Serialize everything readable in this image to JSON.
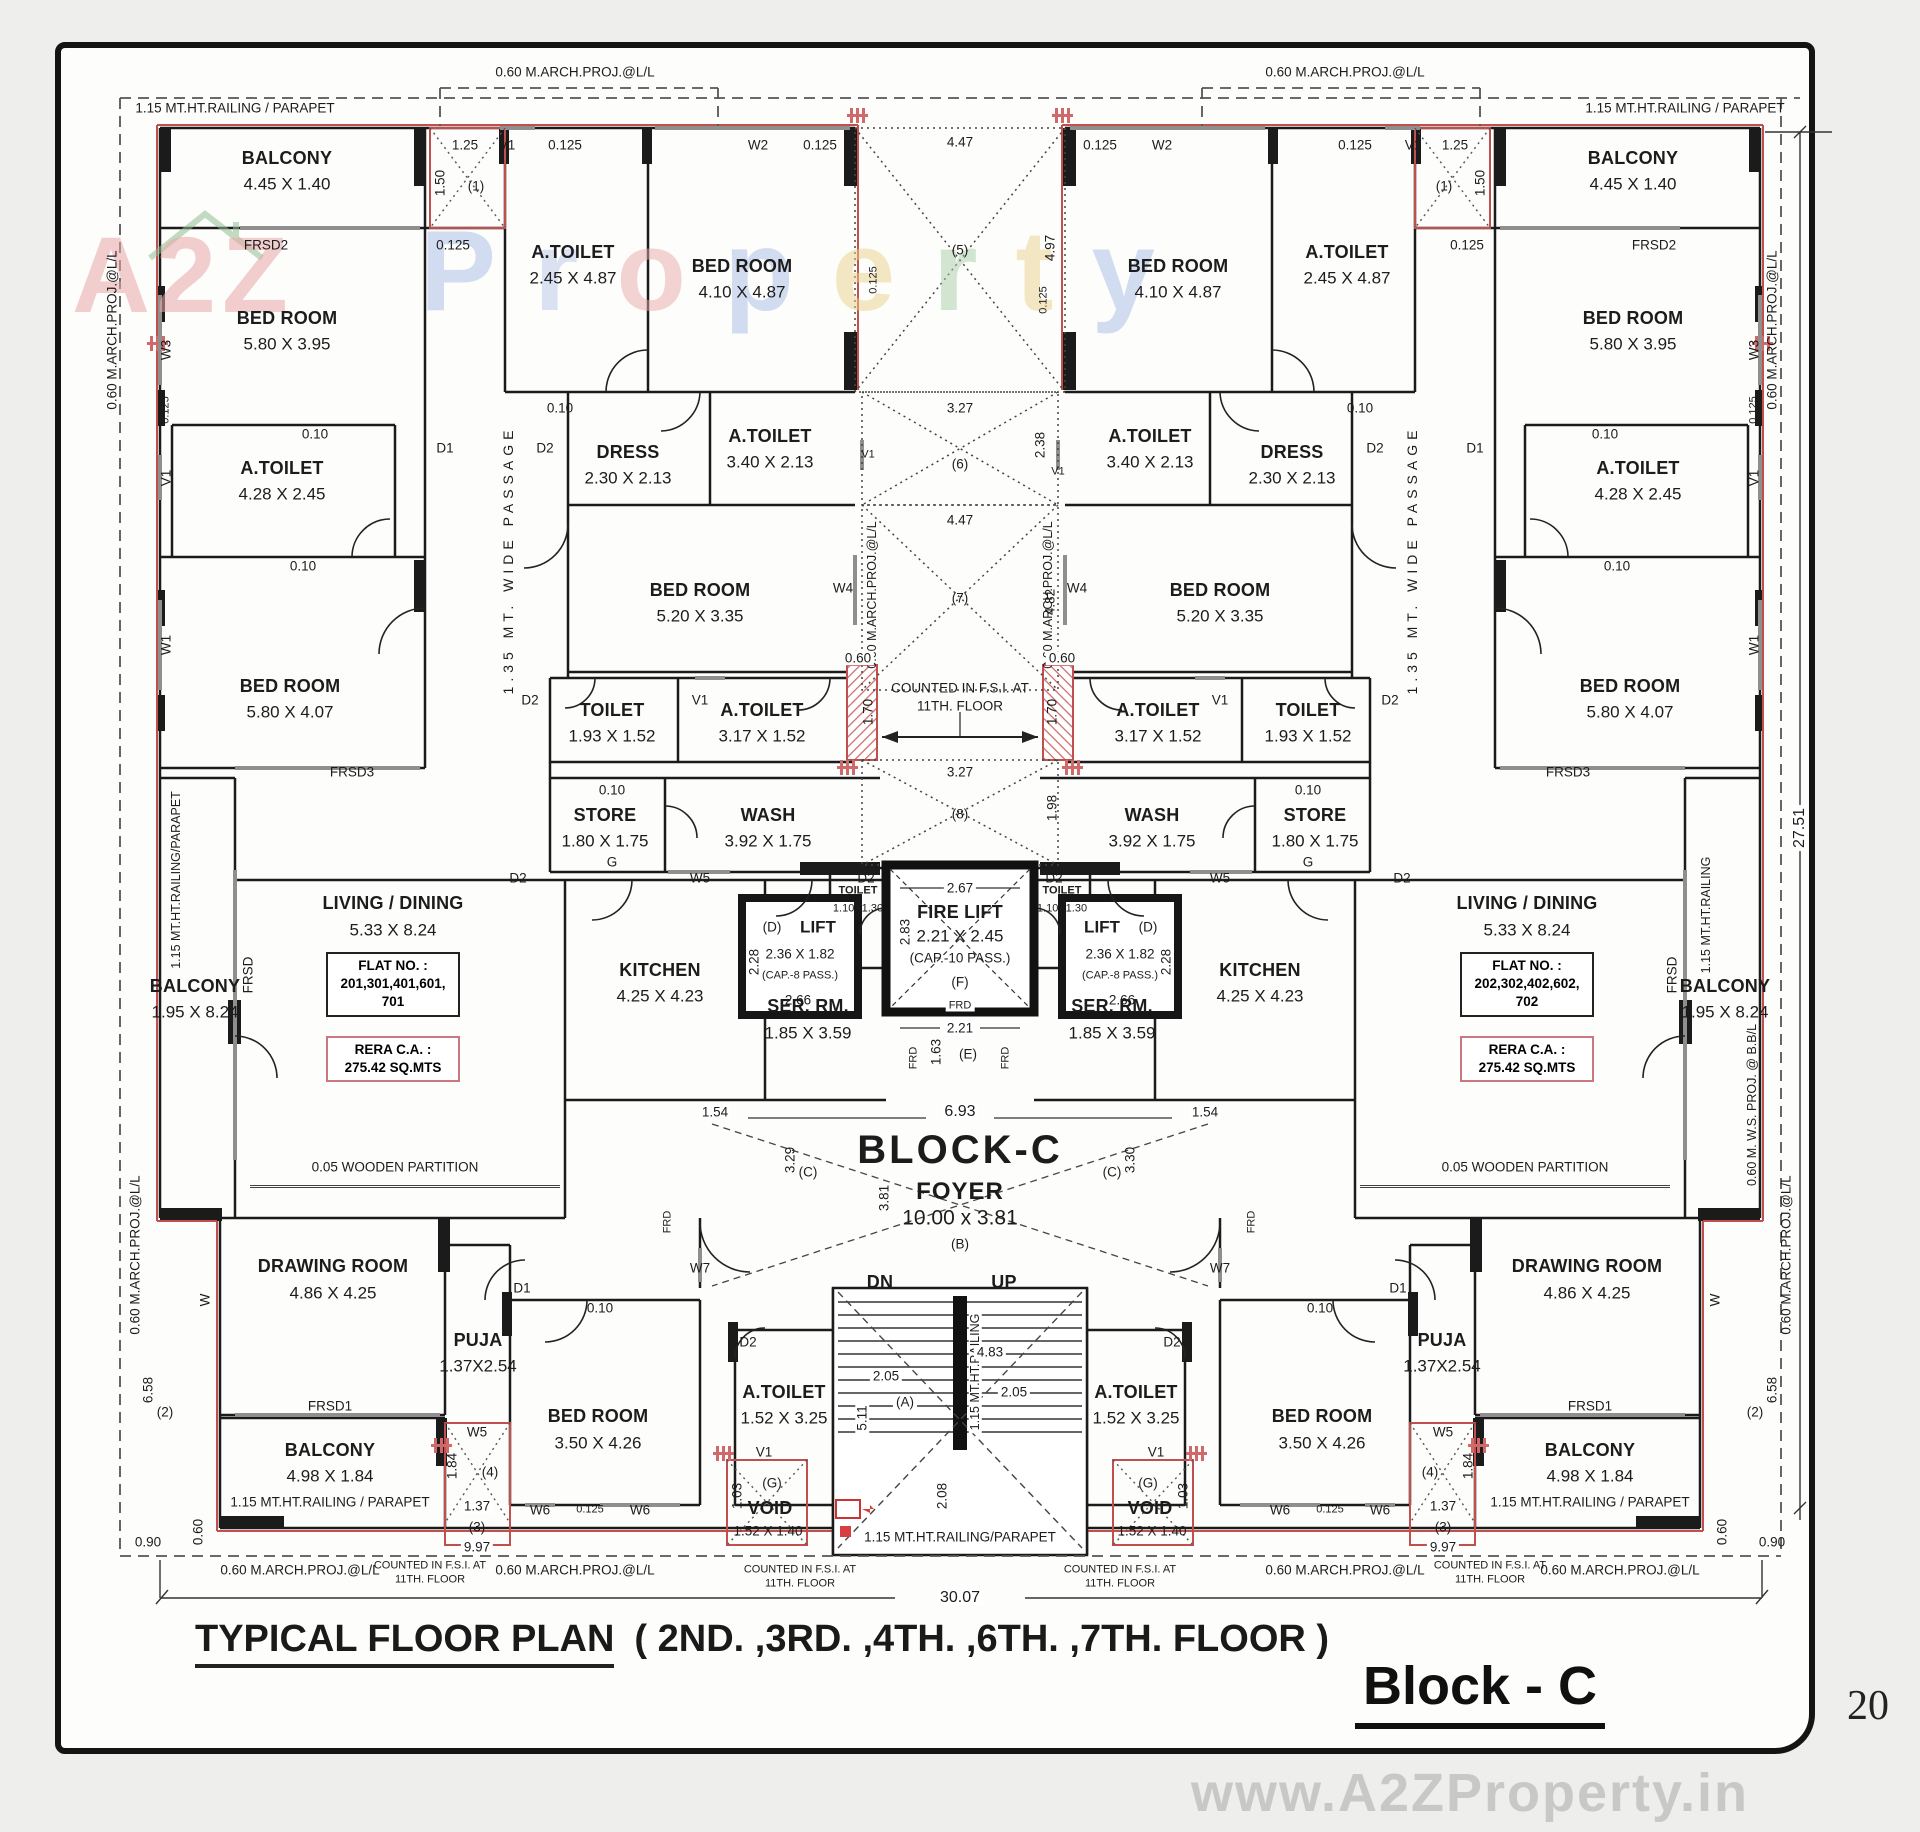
{
  "title": {
    "main": "TYPICAL FLOOR PLAN",
    "floors": "( 2ND. ,3RD. ,4TH. ,6TH. ,7TH.  FLOOR )",
    "block": "Block - C",
    "page": "20"
  },
  "watermark": {
    "a2z": "A2Z",
    "property": "Property",
    "property_colors": [
      "#a6bde6",
      "#b8c8e8",
      "#e8aaaa",
      "#a6bde6",
      "#ead28c",
      "#a8cfa8",
      "#ead28c",
      "#a6bde6"
    ],
    "site": "www.A2ZProperty.in"
  },
  "flat_left": {
    "l1": "FLAT NO. :",
    "l2": "201,301,401,601,",
    "l3": "701",
    "r1": "RERA C.A. :",
    "r2": "275.42 SQ.MTS"
  },
  "flat_right": {
    "l1": "FLAT NO. :",
    "l2": "202,302,402,602,",
    "l3": "702",
    "r1": "RERA C.A. :",
    "r2": "275.42 SQ.MTS"
  },
  "rooms": {
    "balcony_top": {
      "name": "BALCONY",
      "dim": "4.45 X 1.40"
    },
    "bedroom_a": {
      "name": "BED ROOM",
      "dim": "5.80 X 3.95"
    },
    "atoilet_a": {
      "name": "A.TOILET",
      "dim": "4.28 X 2.45"
    },
    "bedroom_b": {
      "name": "BED ROOM",
      "dim": "5.80 X 4.07"
    },
    "atoilet_b": {
      "name": "A.TOILET",
      "dim": "2.45 X 4.87"
    },
    "bedroom_c": {
      "name": "BED ROOM",
      "dim": "4.10 X 4.87"
    },
    "dress": {
      "name": "DRESS",
      "dim": "2.30 X 2.13"
    },
    "atoilet_c": {
      "name": "A.TOILET",
      "dim": "3.40 X 2.13"
    },
    "bedroom_d": {
      "name": "BED ROOM",
      "dim": "5.20 X 3.35"
    },
    "toilet_a": {
      "name": "TOILET",
      "dim": "1.93 X 1.52"
    },
    "atoilet_d": {
      "name": "A.TOILET",
      "dim": "3.17 X 1.52"
    },
    "store": {
      "name": "STORE",
      "dim": "1.80 X 1.75"
    },
    "wash": {
      "name": "WASH",
      "dim": "3.92 X 1.75"
    },
    "living": {
      "name": "LIVING / DINING",
      "dim": "5.33 X 8.24"
    },
    "balcony_side": {
      "name": "BALCONY",
      "dim": "1.95 X 8.24"
    },
    "kitchen": {
      "name": "KITCHEN",
      "dim": "4.25 X 4.23"
    },
    "serrm": {
      "name": "SER.  RM.",
      "dim": "1.85 X 3.59"
    },
    "toilet_core": {
      "name": "TOILET",
      "dim": "1.10X1.30"
    },
    "drawing": {
      "name": "DRAWING ROOM",
      "dim": "4.86 X 4.25"
    },
    "puja": {
      "name": "PUJA",
      "dim": "1.37X2.54"
    },
    "bedroom_e": {
      "name": "BED ROOM",
      "dim": "3.50 X 4.26"
    },
    "atoilet_e": {
      "name": "A.TOILET",
      "dim": "1.52 X 3.25"
    },
    "void": {
      "name": "VOID",
      "dim": "1.52 X 1.40"
    },
    "balcony_bottom": {
      "name": "BALCONY",
      "dim": "4.98 X 1.84"
    }
  },
  "core": {
    "fire_lift": "FIRE LIFT",
    "fire_lift_dim": "2.21 X 2.45",
    "fire_lift_cap": "(CAP.-10 PASS.)",
    "lift": "LIFT",
    "lift_dim": "2.36 X 1.82",
    "lift_cap": "(CAP.-8 PASS.)",
    "block": "BLOCK-C",
    "foyer": "FOYER",
    "foyer_dim": "10.00 x 3.81"
  },
  "edge": {
    "railing": "1.15 MT.HT.RAILING / PARAPET",
    "railing2": "1.15 MT.HT.RAILING/PARAPET",
    "railing3": "1.15 MT.HT.RAILING",
    "archproj": "0.60 M.ARCH.PROJ.@L/L",
    "wsproj": "0.60 M. W.S. PROJ. @ B.B/L",
    "passage": "1.35 MT. WIDE PASSAGE",
    "wooden": "0.05 WOODEN PARTITION",
    "fsi1": "COUNTED IN F.S.I. AT",
    "fsi2": "11TH. FLOOR",
    "dn": "DN",
    "up": "UP"
  },
  "d": {
    "w": "W",
    "w1": "W1",
    "w2": "W2",
    "w3": "W3",
    "w4": "W4",
    "w5": "W5",
    "w6": "W6",
    "w7": "W7",
    "v": "V",
    "v1": "V1",
    "d1": "D1",
    "d2": "D2",
    "g": "G",
    "frd": "FRD",
    "frsd": "FRSD",
    "frsd1": "FRSD1",
    "frsd2": "FRSD2",
    "frsd3": "FRSD3",
    "n1": "(1)",
    "n2": "(2)",
    "n3": "(3)",
    "n4": "(4)",
    "n5": "(5)",
    "n6": "(6)",
    "n7": "(7)",
    "n8": "(8)",
    "a": "(A)",
    "b": "(B)",
    "c": "(C)",
    "dd": "(D)",
    "e": "(E)",
    "f": "(F)",
    "gg": "(G)",
    "p010": "0.10",
    "p0125": "0.125",
    "p060": "0.60",
    "p090": "0.90",
    "v103": "1.03",
    "v125": "1.25",
    "v137": "1.37",
    "v150": "1.50",
    "v154": "1.54",
    "v163": "1.63",
    "v170": "1.70",
    "v184": "1.84",
    "v198": "1.98",
    "v205": "2.05",
    "v208": "2.08",
    "v221": "2.21",
    "v228": "2.28",
    "v238": "2.38",
    "v266": "2.66",
    "v267": "2.67",
    "v283": "2.83",
    "v327": "3.27",
    "v329": "3.29",
    "v330": "3.30",
    "v381": "3.81",
    "v447": "4.47",
    "v482": "4.82",
    "v483": "4.83",
    "v497": "4.97",
    "v511": "5.11",
    "v658": "6.58",
    "v693": "6.93",
    "v997": "9.97",
    "total_w": "30.07",
    "total_h": "27.51"
  }
}
